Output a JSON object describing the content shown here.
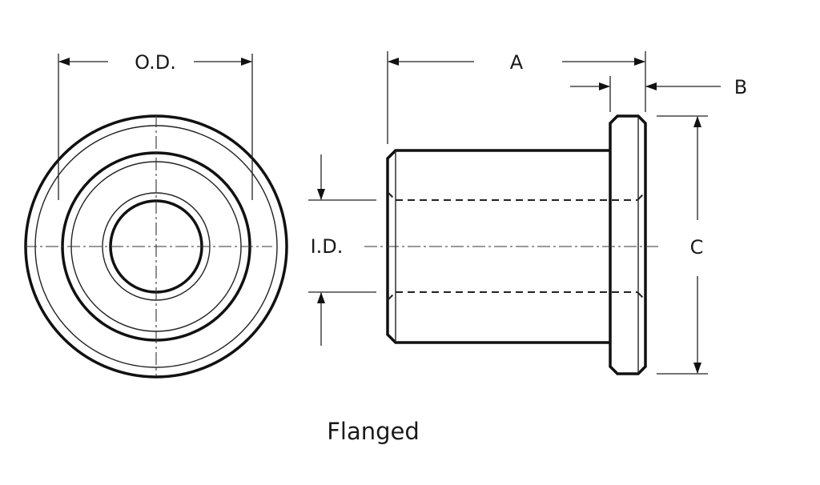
{
  "labels": {
    "od": "O.D.",
    "id": "I.D.",
    "a": "A",
    "b": "B",
    "c": "C",
    "caption": "Flanged"
  },
  "colors": {
    "line": "#111111",
    "background": "#ffffff"
  }
}
